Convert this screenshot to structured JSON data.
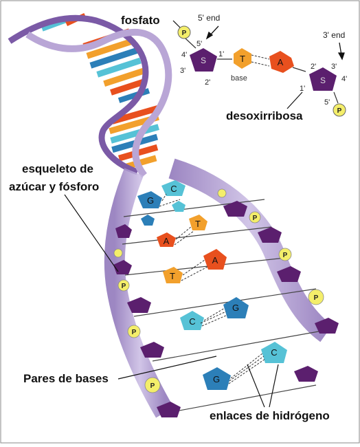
{
  "labels": {
    "fosfato": "fosfato",
    "five_end": "5' end",
    "three_end": "3' end",
    "base": "base",
    "desoxirribosa": "desoxirribosa",
    "esqueleto_line1": "esqueleto de",
    "esqueleto_line2": "azúcar y fósforo",
    "pares_de_bases": "Pares de bases",
    "enlaces": "enlaces de hidrógeno"
  },
  "nucleotide": {
    "phosphate": "P",
    "sugar": "S",
    "bases": [
      "T",
      "A"
    ],
    "positions": [
      "5'",
      "4'",
      "3'",
      "1'",
      "2'",
      "2'",
      "3'",
      "4'",
      "1'",
      "5'"
    ]
  },
  "ladder_bases": [
    {
      "left": "G",
      "right": "C"
    },
    {
      "left": "A",
      "right": "T"
    },
    {
      "left": "T",
      "right": "A"
    },
    {
      "left": "C",
      "right": "G"
    },
    {
      "left": "G",
      "right": "C"
    }
  ],
  "phosphate_letter": "P",
  "colors": {
    "phosphate": "#f4ee6a",
    "sugar": "#5b1f6e",
    "adenine": "#e8501e",
    "thymine": "#f2a02c",
    "guanine": "#2c7fb8",
    "cytosine": "#56c2d6",
    "backbone": "#b9a6d6"
  }
}
